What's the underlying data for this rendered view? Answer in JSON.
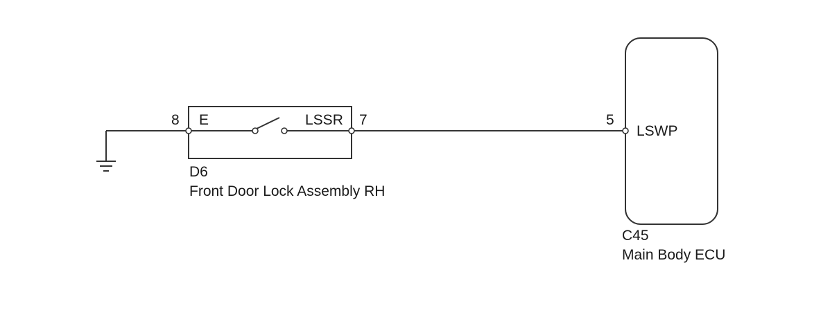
{
  "components": {
    "door_lock": {
      "code": "D6",
      "name": "Front Door Lock Assembly RH",
      "pin_left": {
        "number": "8",
        "label": "E"
      },
      "pin_right": {
        "number": "7",
        "label": "LSSR"
      }
    },
    "ecu": {
      "code": "C45",
      "name": "Main Body ECU",
      "pin": {
        "number": "5",
        "label": "LSWP"
      }
    }
  },
  "colors": {
    "line": "#333333",
    "text": "#1a1a1a",
    "background": "#ffffff"
  }
}
